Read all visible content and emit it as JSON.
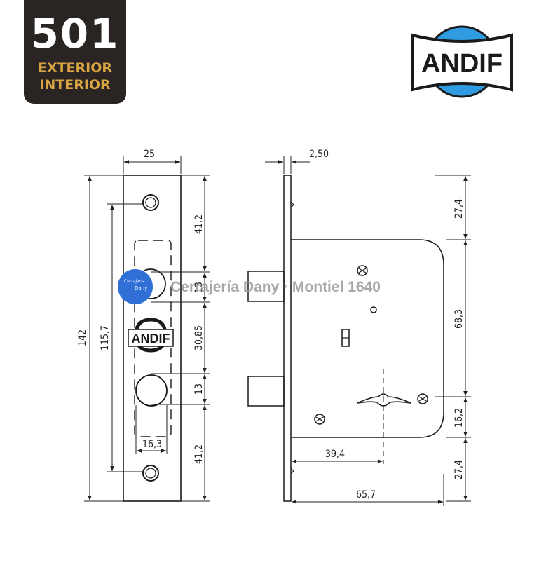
{
  "badge": {
    "number": "501",
    "line1": "EXTERIOR",
    "line2": "INTERIOR"
  },
  "brand": {
    "name": "ANDIF",
    "plate_logo": "ANDIF",
    "colors": {
      "blue": "#2f9be0",
      "dark": "#1a1a1a"
    }
  },
  "watermark": {
    "text": "Cerrajería Dany · Montiel 1640",
    "logo_line1": "Cerrajería",
    "logo_line2": "Dany"
  },
  "dimensions": {
    "front_width": "25",
    "plate_thickness": "2,50",
    "total_height": "142",
    "hole_spacing": "115,7",
    "top_to_latch": "41,2",
    "latch_height": "13",
    "latch_to_bolt": "30,85",
    "bolt_height": "13",
    "bolt_to_bottom": "41,2",
    "bolt_width": "16,3",
    "top_offset": "27,4",
    "case_height": "68,3",
    "keyhole_offset": "16,2",
    "bottom_offset": "27,4",
    "backset": "39,4",
    "case_depth": "65,7"
  }
}
